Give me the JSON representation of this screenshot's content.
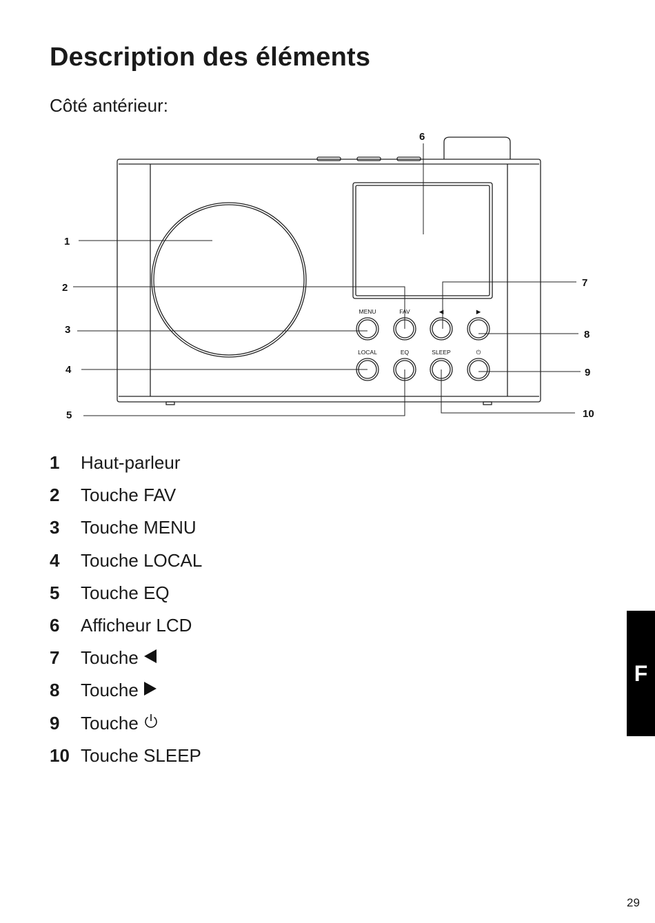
{
  "page": {
    "title": "Description des éléments",
    "subtitle": "Côté antérieur:",
    "page_number": "29",
    "side_tab": "F"
  },
  "diagram": {
    "callouts": [
      "1",
      "2",
      "3",
      "4",
      "5",
      "6",
      "7",
      "8",
      "9",
      "10"
    ],
    "button_labels": {
      "menu": "MENU",
      "fav": "FAV",
      "prev": "◀",
      "next": "▶",
      "local": "LOCAL",
      "eq": "EQ",
      "sleep": "SLEEP",
      "power": "⏻"
    }
  },
  "legend": [
    {
      "num": "1",
      "text": "Haut-parleur",
      "icon": ""
    },
    {
      "num": "2",
      "text": "Touche FAV",
      "icon": ""
    },
    {
      "num": "3",
      "text": "Touche MENU",
      "icon": ""
    },
    {
      "num": "4",
      "text": "Touche LOCAL",
      "icon": ""
    },
    {
      "num": "5",
      "text": "Touche EQ",
      "icon": ""
    },
    {
      "num": "6",
      "text": "Afficheur LCD",
      "icon": ""
    },
    {
      "num": "7",
      "text": "Touche",
      "icon": "prev-triangle-icon"
    },
    {
      "num": "8",
      "text": "Touche",
      "icon": "next-triangle-icon"
    },
    {
      "num": "9",
      "text": "Touche",
      "icon": "power-icon"
    },
    {
      "num": "10",
      "text": "Touche SLEEP",
      "icon": ""
    }
  ]
}
